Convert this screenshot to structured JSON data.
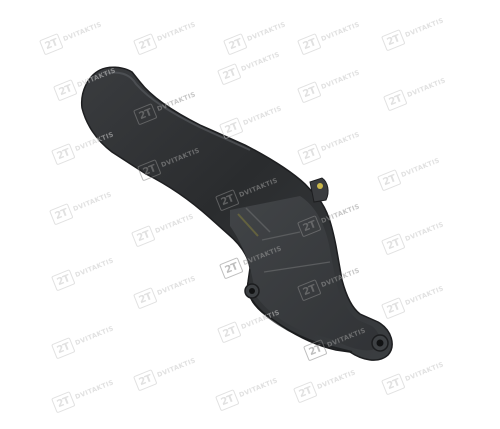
{
  "image": {
    "subject": "black plastic motorcycle frame side cover",
    "background_color": "#ffffff",
    "part_color": "#2b2d2f",
    "part_highlight_color": "#4a4d50",
    "accent_color": "#8a7a2a"
  },
  "watermark": {
    "badge": "2T",
    "text": "DVITAKTIS"
  }
}
